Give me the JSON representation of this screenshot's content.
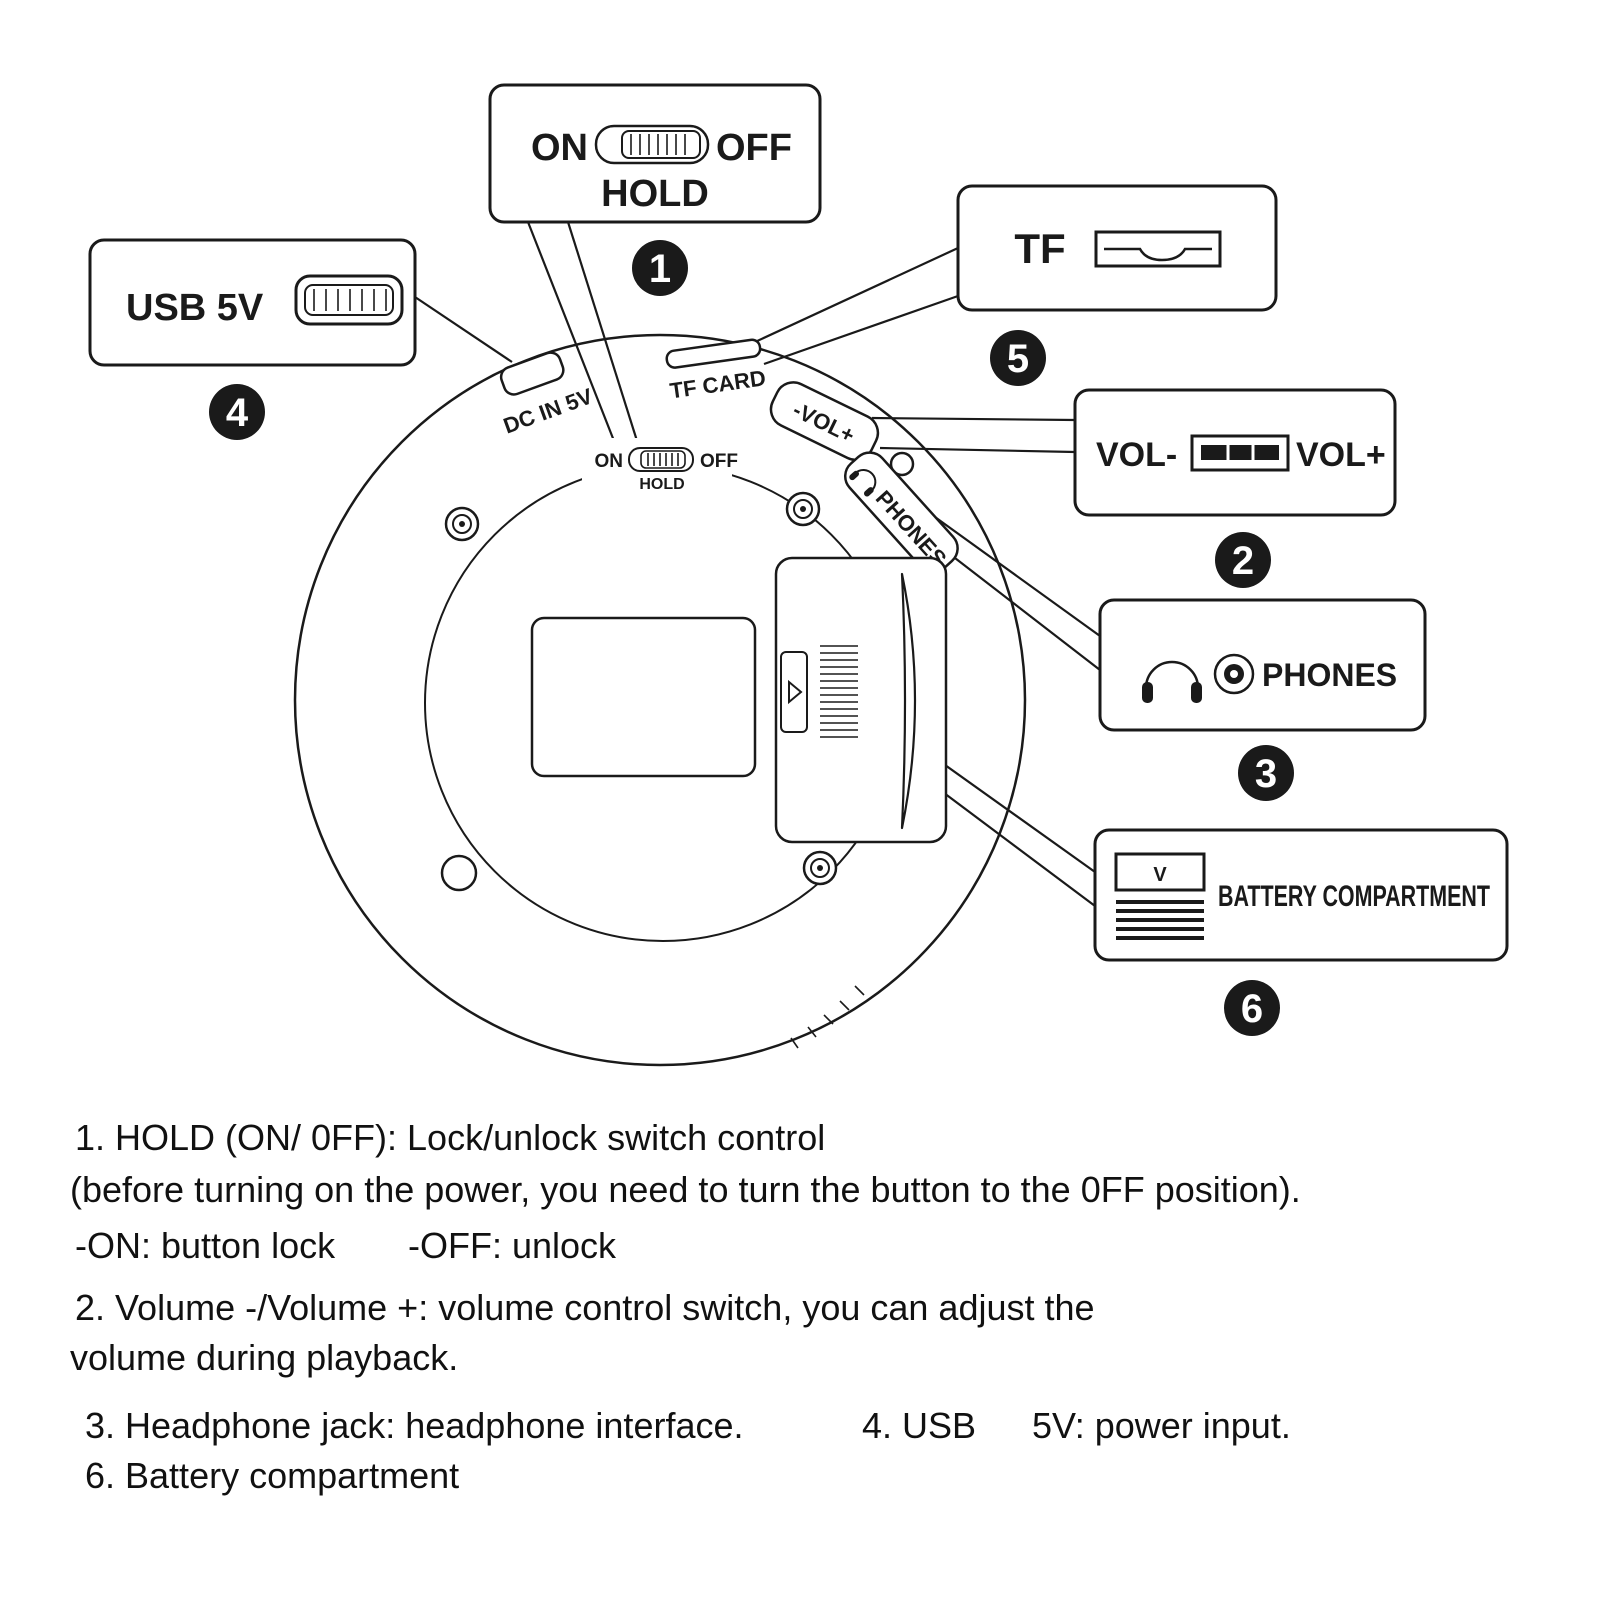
{
  "ink_color": "#1a1a1a",
  "callout_hold": {
    "on": "ON",
    "off": "OFF",
    "hold": "HOLD",
    "badge": "1"
  },
  "callout_tf": {
    "label": "TF",
    "badge": "5"
  },
  "callout_usb": {
    "label": "USB 5V",
    "badge": "4"
  },
  "callout_vol": {
    "minus": "VOL-",
    "plus": "VOL+",
    "badge": "2"
  },
  "callout_phones": {
    "label": "PHONES",
    "badge": "3"
  },
  "callout_battery": {
    "label": "BATTERY COMPARTMENT",
    "door_marking": "V",
    "badge": "6"
  },
  "device": {
    "dc_in": "DC IN 5V",
    "tf_card": "TF CARD",
    "sw_on": "ON",
    "sw_off": "OFF",
    "sw_hold": "HOLD",
    "vol": "-VOL+",
    "phones": "PHONES"
  },
  "notes": {
    "l1": "1. HOLD (ON/ 0FF): Lock/unlock switch control",
    "l2": "(before turning on the power, you need to turn the button to the 0FF position).",
    "l3a": "-ON: button lock",
    "l3b": "-OFF: unlock",
    "l4": "2. Volume -/Volume +: volume control switch, you can adjust the",
    "l5": "volume during playback.",
    "l6a": "3. Headphone jack: headphone interface.",
    "l6b": "4. USB",
    "l6c": "5V: power input.",
    "l7": "6. Battery compartment"
  }
}
